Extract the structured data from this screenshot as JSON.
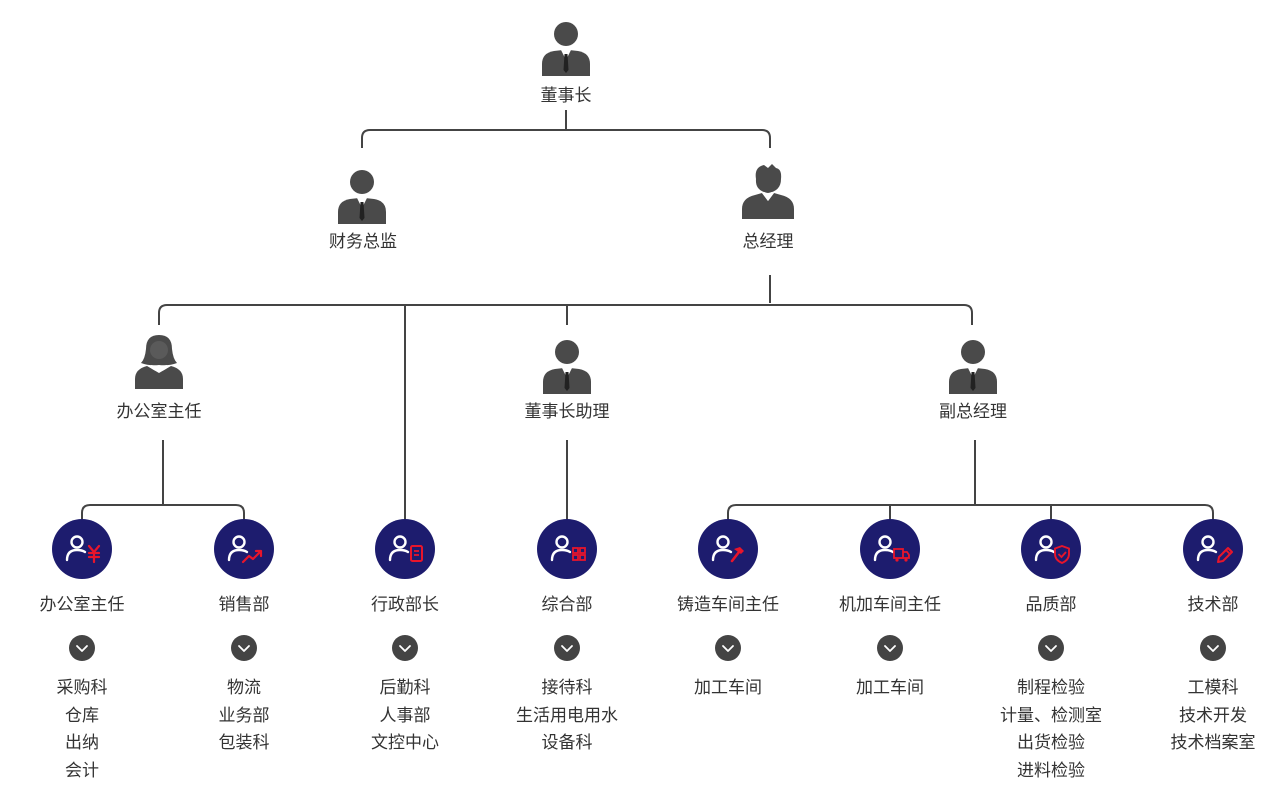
{
  "colors": {
    "line": "#444444",
    "person": "#4a4a4a",
    "circle": "#1d1c6e",
    "accent": "#e8152b"
  },
  "top": {
    "chairman": "董事长",
    "cfo": "财务总监",
    "gm": "总经理"
  },
  "middle": {
    "office_head": "办公室主任",
    "assistant": "董事长助理",
    "vice_gm": "副总经理"
  },
  "departments": [
    {
      "name": "办公室主任",
      "icon": "yen-icon",
      "items": [
        "采购科",
        "仓库",
        "出纳",
        "会计"
      ]
    },
    {
      "name": "销售部",
      "icon": "trend-arrow-icon",
      "items": [
        "物流",
        "业务部",
        "包装科"
      ]
    },
    {
      "name": "行政部长",
      "icon": "document-icon",
      "items": [
        "后勤科",
        "人事部",
        "文控中心"
      ]
    },
    {
      "name": "综合部",
      "icon": "grid-icon",
      "items": [
        "接待科",
        "生活用电用水",
        "设备科"
      ]
    },
    {
      "name": "铸造车间主任",
      "icon": "hammer-icon",
      "items": [
        "加工车间"
      ]
    },
    {
      "name": "机加车间主任",
      "icon": "truck-icon",
      "items": [
        "加工车间"
      ]
    },
    {
      "name": "品质部",
      "icon": "shield-check-icon",
      "items": [
        "制程检验",
        "计量、检测室",
        "出货检验",
        "进料检验"
      ]
    },
    {
      "name": "技术部",
      "icon": "pencil-icon",
      "items": [
        "工模科",
        "技术开发",
        "技术档案室"
      ]
    }
  ]
}
